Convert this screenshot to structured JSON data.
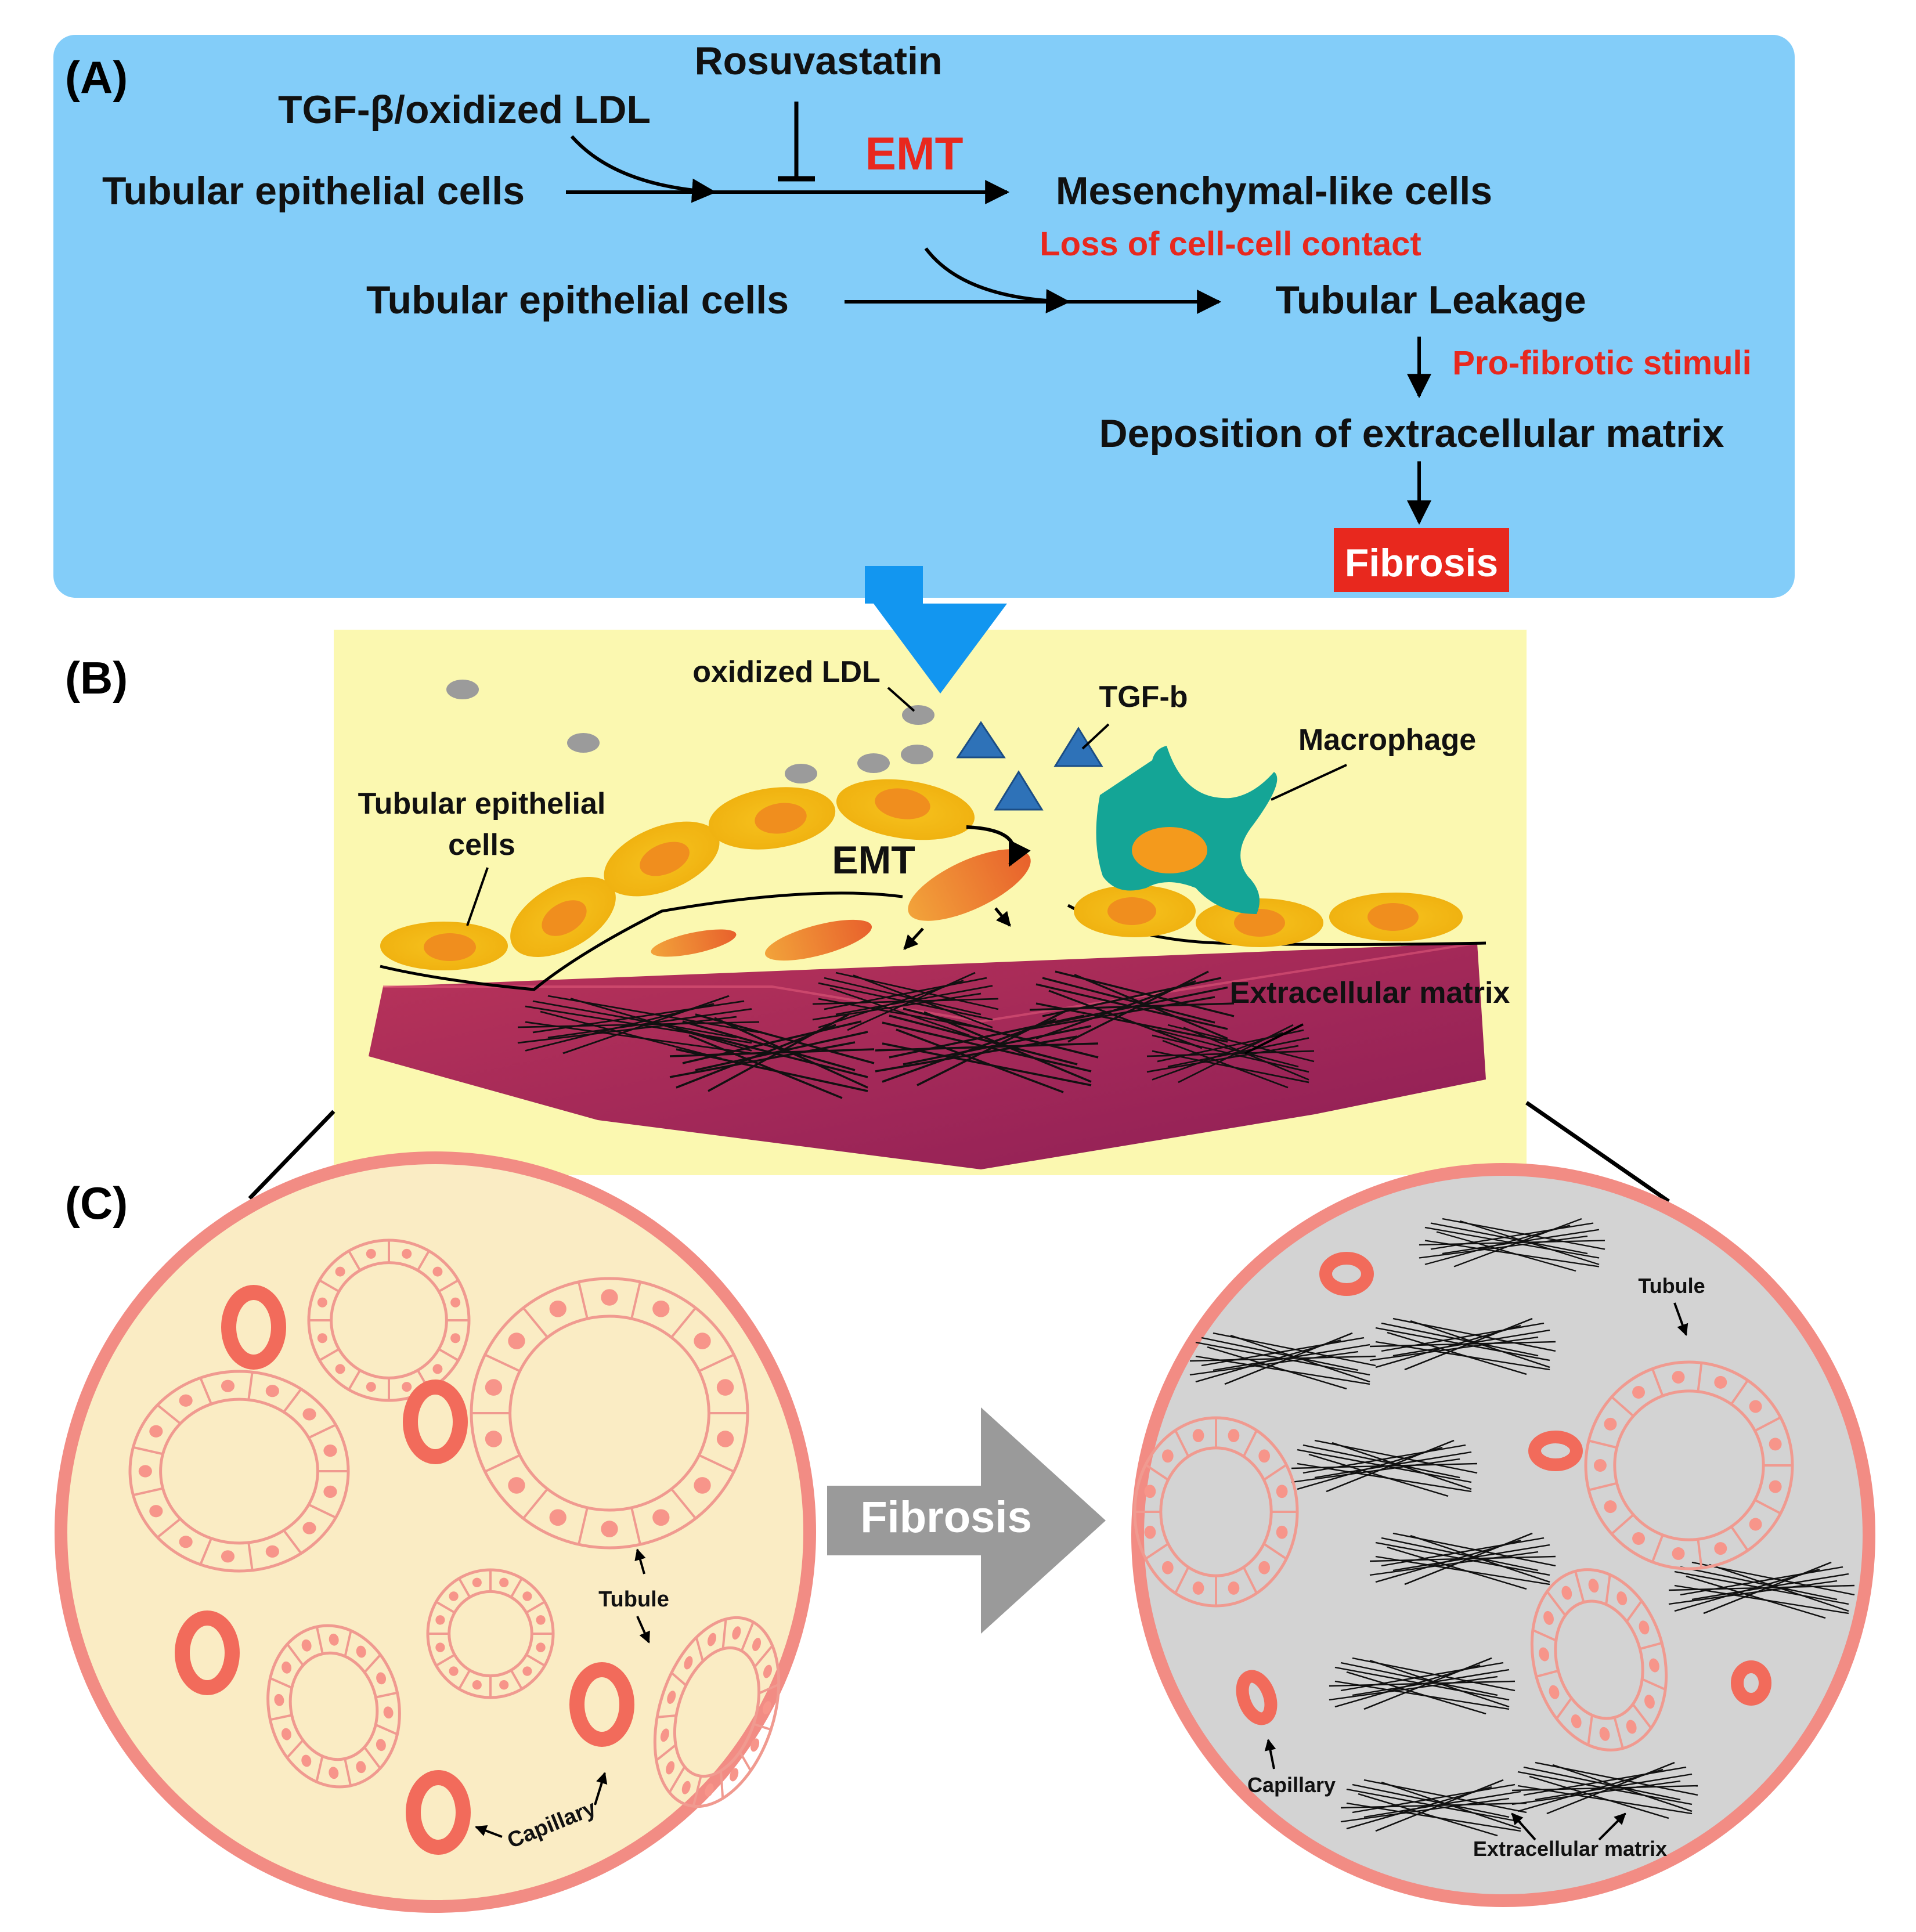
{
  "panel_a": {
    "label": "(A)",
    "rosuvastatin": "Rosuvastatin",
    "tgf_oxldl": "TGF-β/oxidized LDL",
    "tubular_epithelial_1": "Tubular epithelial cells",
    "emt": "EMT",
    "mesenchymal": "Mesenchymal-like cells",
    "loss_contact": "Loss of cell-cell contact",
    "tubular_epithelial_2": "Tubular epithelial cells",
    "tubular_leakage": "Tubular Leakage",
    "pro_fibrotic": "Pro-fibrotic stimuli",
    "deposition": "Deposition of extracellular matrix",
    "fibrosis": "Fibrosis"
  },
  "panel_b": {
    "label": "(B)",
    "oxidized_ldl": "oxidized LDL",
    "tgf_b": "TGF-b",
    "macrophage": "Macrophage",
    "tubular_line1": "Tubular epithelial",
    "tubular_line2": "cells",
    "emt": "EMT",
    "extracellular_matrix": "Extracellular matrix"
  },
  "panel_c": {
    "label": "(C)",
    "fibrosis_arrow": "Fibrosis",
    "left_tubule": "Tubule",
    "left_capillary": "Capillary",
    "right_tubule": "Tubule",
    "right_capillary": "Capillary",
    "right_ecm": "Extracellular matrix"
  },
  "colors": {
    "panel_a_bg": "#83CDF9",
    "panel_b_bg": "#FBF8B0",
    "red_text": "#E8281E",
    "fibrosis_box": "#E8281E",
    "down_arrow": "#1296F0",
    "circle_border": "#F28C84",
    "healthy_fill": "#FAECC4",
    "fibrotic_fill": "#D3D3D3",
    "capillary": "#F26B5B",
    "tubule_line": "#F29A8F",
    "grey_arrow": "#9A9A9A",
    "macrophage": "#14A596",
    "triangle": "#2E72B8",
    "ldl": "#9B9B9B"
  }
}
